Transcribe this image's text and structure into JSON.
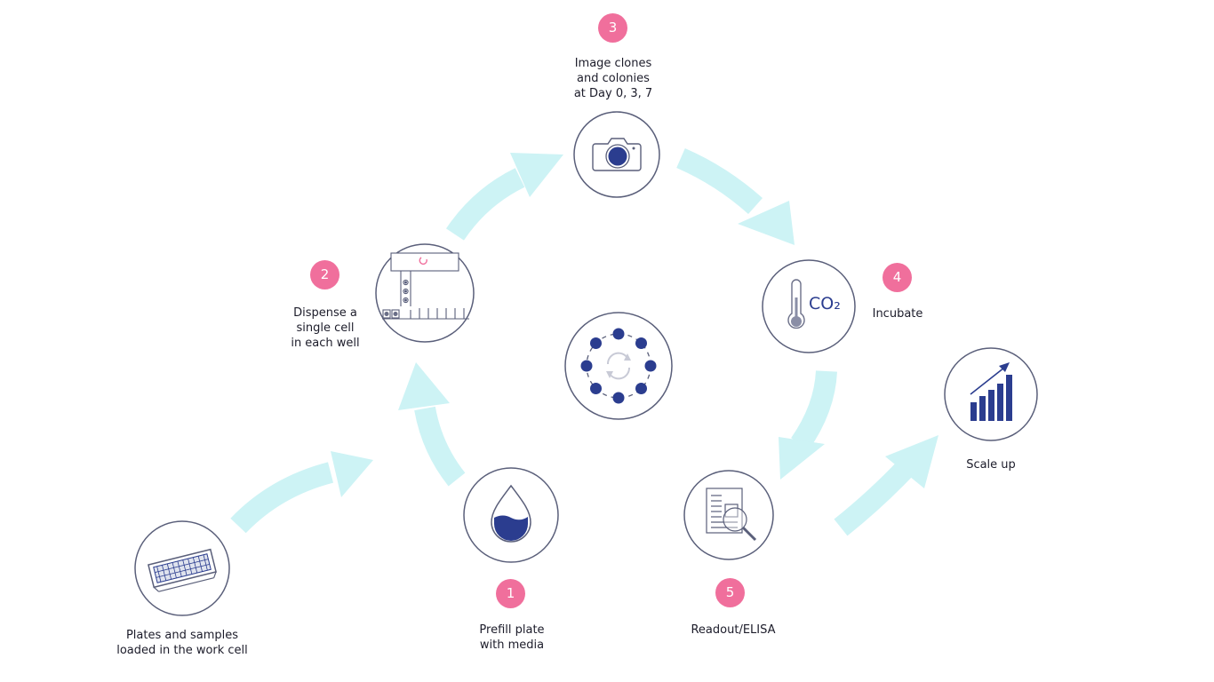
{
  "steps": {
    "plates": {
      "label": "Plates and samples\nloaded in the work cell"
    },
    "step1": {
      "number": "1",
      "label": "Prefill plate\nwith media"
    },
    "step2": {
      "number": "2",
      "label": "Dispense a\nsingle cell\nin each well"
    },
    "step3": {
      "number": "3",
      "label": "Image clones\nand colonies\nat Day 0, 3, 7"
    },
    "step4": {
      "number": "4",
      "label": "Incubate",
      "icon_text": "CO₂"
    },
    "step5": {
      "number": "5",
      "label": "Readout/ELISA"
    },
    "scale": {
      "label": "Scale up"
    }
  },
  "colors": {
    "arrow": "#cdf3f5",
    "circle_stroke": "#5a5f7a",
    "accent": "#f06f9c",
    "navy": "#2b3d8f",
    "icon_gray": "#6b6f88"
  },
  "icons": {
    "plates": "microplate-icon",
    "step1": "water-drop-icon",
    "step2": "cell-dispenser-icon",
    "step3": "camera-icon",
    "step4": "thermometer-co2-icon",
    "step5": "document-magnifier-icon",
    "scale": "growth-bar-chart-icon",
    "center": "cycle-icon"
  }
}
